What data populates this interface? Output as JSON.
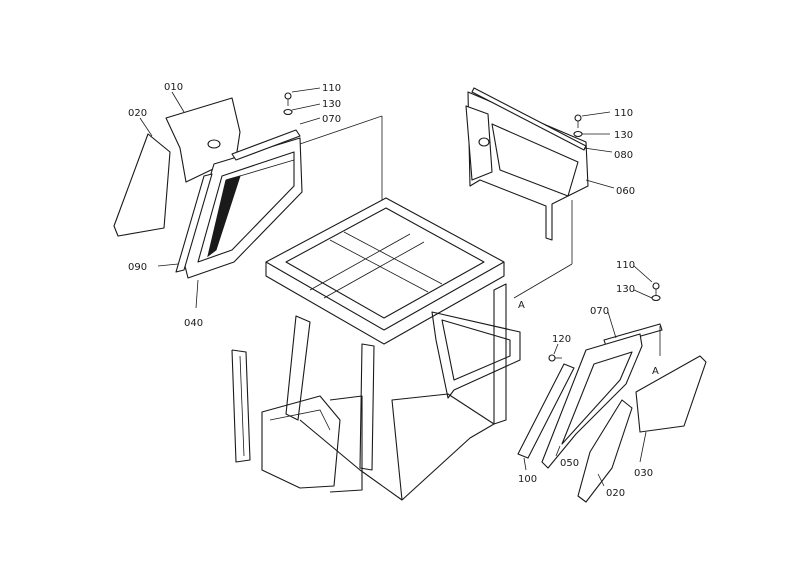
{
  "diagram": {
    "callouts": {
      "l_010": "010",
      "l_020_left": "020",
      "l_110_left": "110",
      "l_130_left": "130",
      "l_070_left": "070",
      "l_090": "090",
      "l_040": "040",
      "l_110_top_right": "110",
      "l_130_top_right": "130",
      "l_080": "080",
      "l_060": "060",
      "l_110_right": "110",
      "l_130_right": "130",
      "l_070_right": "070",
      "l_120": "120",
      "l_100": "100",
      "l_050": "050",
      "l_020_right": "020",
      "l_030": "030",
      "marker_a1": "A",
      "marker_a2": "A"
    }
  }
}
